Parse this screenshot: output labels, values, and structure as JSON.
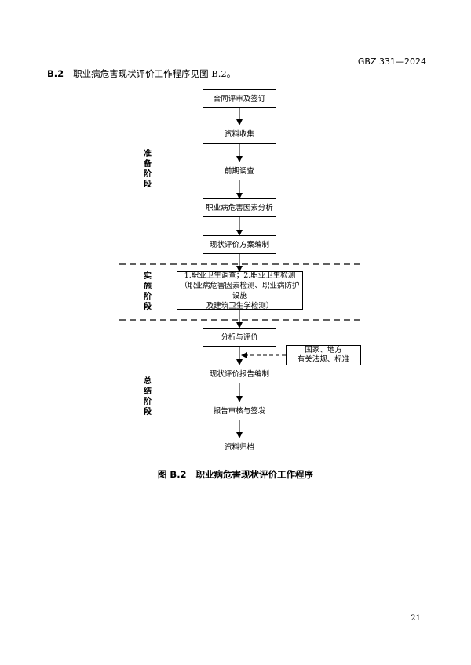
{
  "header": {
    "doc_code": "GBZ 331—2024"
  },
  "section": {
    "number": "B.2",
    "text": "职业病危害现状评价工作程序见图 B.2。"
  },
  "phases": {
    "prepare": "准备阶段",
    "implement": "实施阶段",
    "summary": "总结阶段"
  },
  "steps": {
    "s1": "合同评审及签订",
    "s2": "资料收集",
    "s3": "前期调查",
    "s4": "职业病危害因素分析",
    "s5": "现状评价方案编制",
    "s6_line1": "1.职业卫生调查；2.职业卫生检测",
    "s6_line2": "（职业病危害因素检测、职业病防护设施",
    "s6_line3": "及建筑卫生学检测）",
    "s7": "分析与评价",
    "s8": "现状评价报告编制",
    "s9": "报告审核与签发",
    "s10": "资料归档"
  },
  "side_box": {
    "line1": "国家、地方",
    "line2": "有关法规、标准"
  },
  "figure": {
    "number": "图 B.2",
    "title": "职业病危害现状评价工作程序"
  },
  "footer": {
    "page_number": "21"
  }
}
